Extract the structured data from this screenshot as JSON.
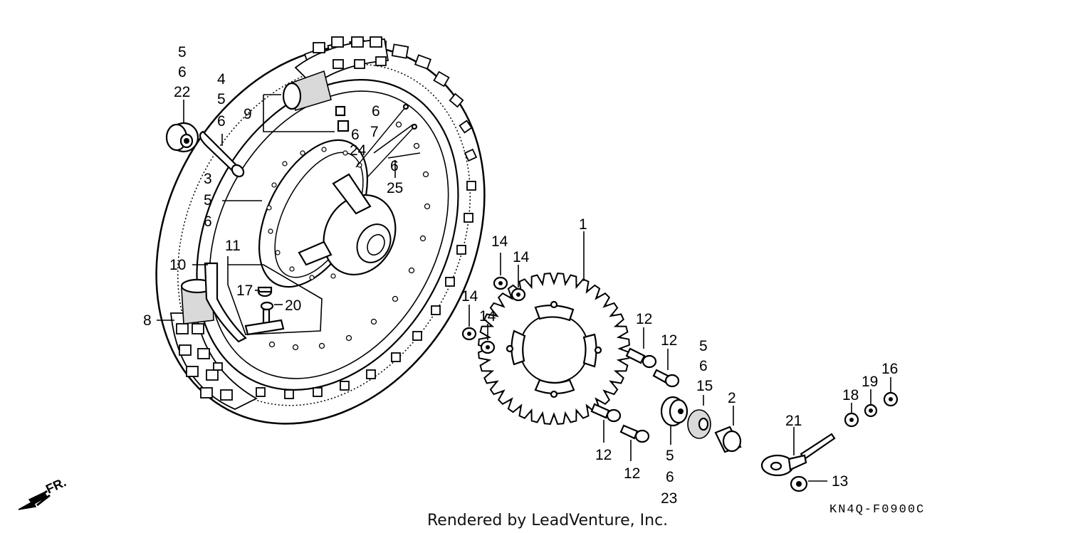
{
  "callouts": {
    "c_5_a": "5",
    "c_6_a": "6",
    "c_22": "22",
    "c_4": "4",
    "c_5_b": "5",
    "c_6_b": "6",
    "c_9": "9",
    "c_6_c": "6",
    "c_6_d": "6",
    "c_7": "7",
    "c_24": "24",
    "c_6_e": "6",
    "c_25": "25",
    "c_3": "3",
    "c_5_c": "5",
    "c_6_f": "6",
    "c_11": "11",
    "c_10": "10",
    "c_17": "17",
    "c_20": "20",
    "c_8": "8",
    "c_1": "1",
    "c_14_a": "14",
    "c_14_b": "14",
    "c_14_c": "14",
    "c_14_d": "14",
    "c_12_a": "12",
    "c_12_b": "12",
    "c_12_c": "12",
    "c_12_d": "12",
    "c_5_d": "5",
    "c_6_g": "6",
    "c_15": "15",
    "c_2": "2",
    "c_5_e": "5",
    "c_6_h": "6",
    "c_23": "23",
    "c_21": "21",
    "c_13": "13",
    "c_18": "18",
    "c_19": "19",
    "c_16": "16"
  },
  "direction_label": "FR.",
  "footer_text": "Rendered by LeadVenture, Inc.",
  "diagram_code": "KN4Q-F0900C"
}
